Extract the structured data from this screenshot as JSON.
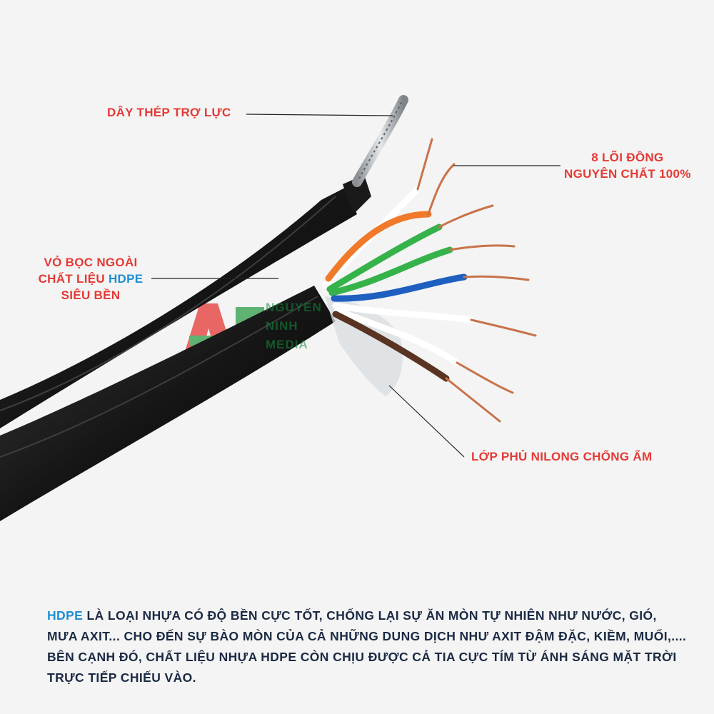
{
  "labels": {
    "steel_wire": "DÂY THÉP TRỢ LỰC",
    "copper_line1": "8 LÕI ĐỒNG",
    "copper_line2": "NGUYÊN CHẤT 100%",
    "jacket_line1": "VỎ BỌC NGOÀI",
    "jacket_line2_prefix": "CHẤT LIỆU ",
    "jacket_line2_highlight": "HDPE",
    "jacket_line3": "SIÊU BỀN",
    "nylon_layer": "LỚP PHỦ NILONG CHỐNG ẨM"
  },
  "watermark": {
    "line1": "NGUYEN",
    "line2": "NINH",
    "line3": "MEDIA"
  },
  "caption": {
    "highlight": "HDPE",
    "text": " LÀ LOẠI NHỰA CÓ ĐỘ BỀN CỰC TỐT, CHỐNG LẠI SỰ ĂN MÒN TỰ NHIÊN NHƯ NƯỚC, GIÓ, MƯA AXIT... CHO ĐẾN SỰ BÀO MÒN CỦA CẢ NHỮNG DUNG DỊCH NHƯ AXIT ĐẬM ĐẶC, KIỀM, MUỐI,.... BÊN CẠNH ĐÓ, CHẤT LIỆU NHỰA HDPE CÒN CHỊU ĐƯỢC CẢ TIA CỰC TÍM TỪ ÁNH SÁNG MẶT TRỜI TRỰC TIẾP CHIẾU VÀO."
  },
  "colors": {
    "label_red": "#e53935",
    "hdpe_blue": "#1e8fd6",
    "caption_navy": "#1b2a44",
    "jacket_black": "#141414",
    "copper": "#c8734a"
  }
}
